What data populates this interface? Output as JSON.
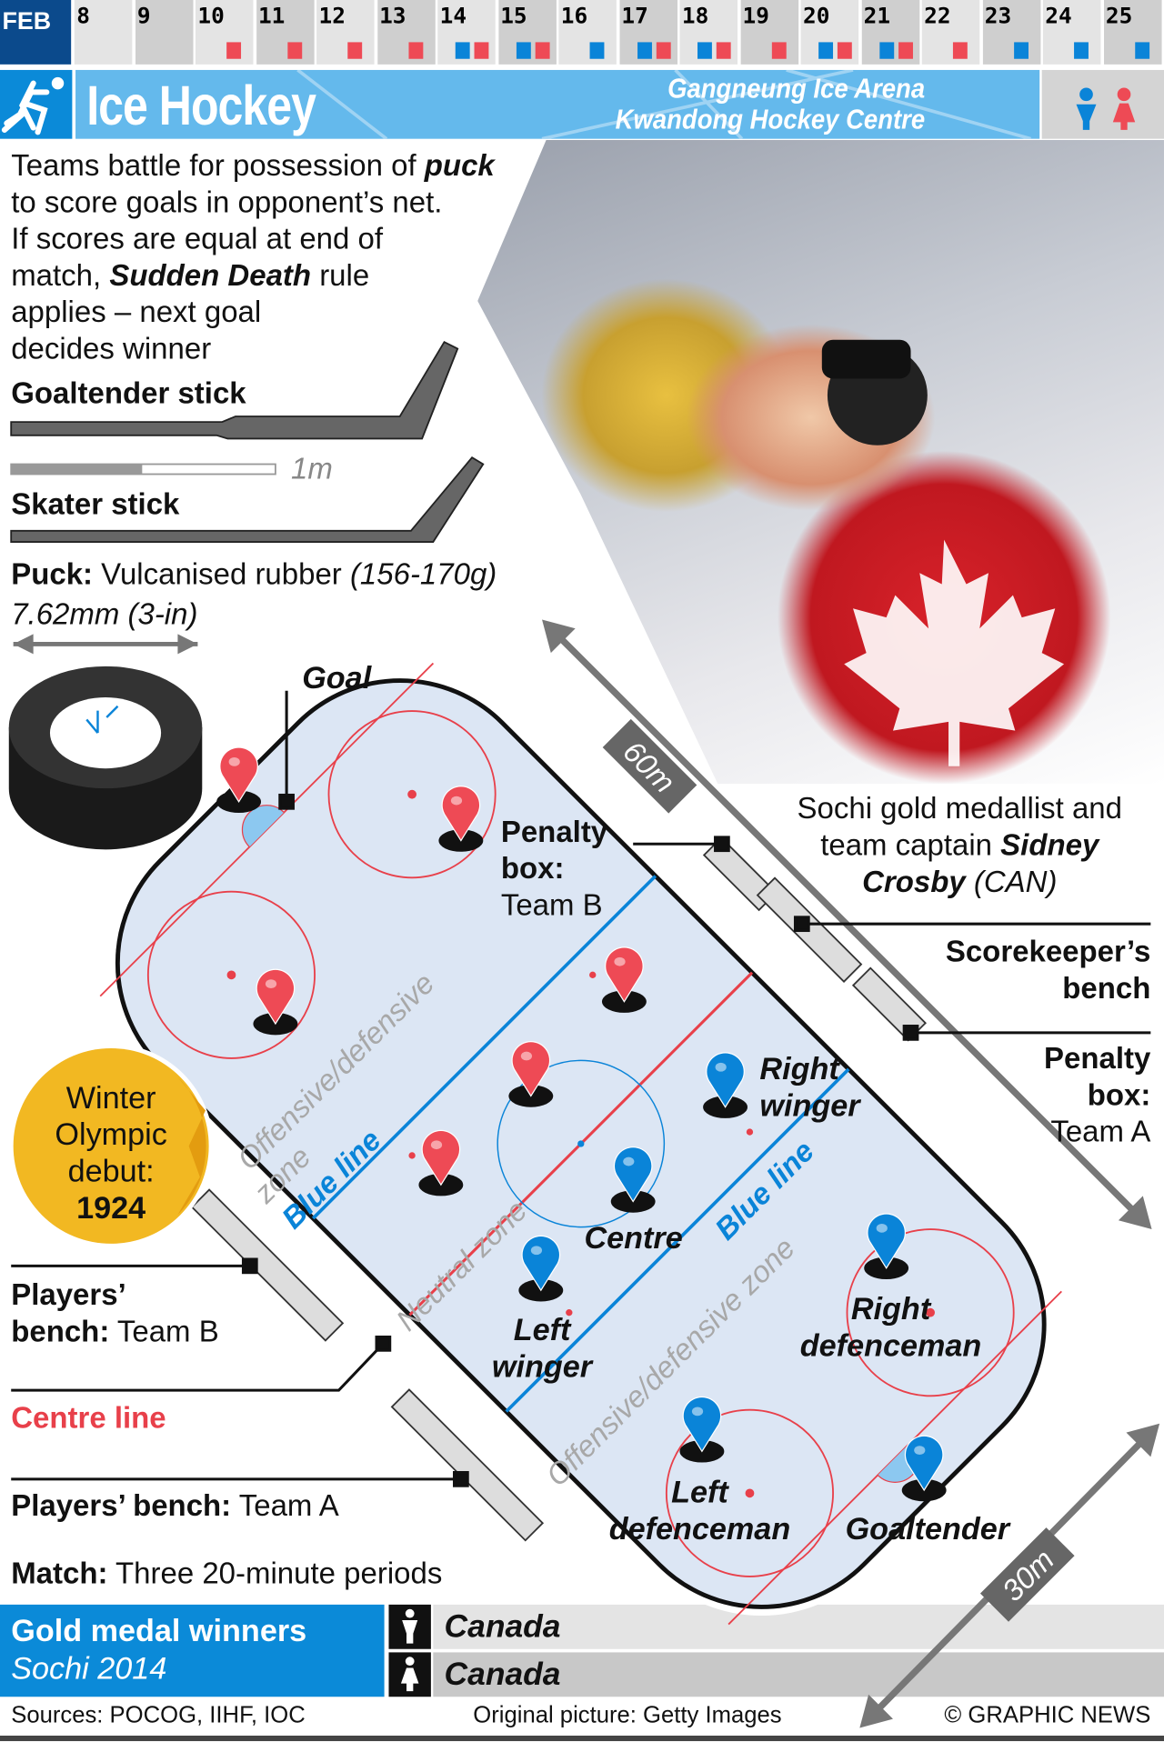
{
  "schedule": {
    "month": "FEB",
    "days": [
      {
        "day": "8",
        "events": []
      },
      {
        "day": "9",
        "events": []
      },
      {
        "day": "10",
        "events": [
          "women"
        ]
      },
      {
        "day": "11",
        "events": [
          "women"
        ]
      },
      {
        "day": "12",
        "events": [
          "women"
        ]
      },
      {
        "day": "13",
        "events": [
          "women"
        ]
      },
      {
        "day": "14",
        "events": [
          "men",
          "women"
        ]
      },
      {
        "day": "15",
        "events": [
          "men",
          "women"
        ]
      },
      {
        "day": "16",
        "events": [
          "men"
        ]
      },
      {
        "day": "17",
        "events": [
          "men",
          "women"
        ]
      },
      {
        "day": "18",
        "events": [
          "men",
          "women"
        ]
      },
      {
        "day": "19",
        "events": [
          "women"
        ]
      },
      {
        "day": "20",
        "events": [
          "men",
          "women"
        ]
      },
      {
        "day": "21",
        "events": [
          "men",
          "women"
        ]
      },
      {
        "day": "22",
        "events": [
          "women"
        ]
      },
      {
        "day": "23",
        "events": [
          "men"
        ]
      },
      {
        "day": "24",
        "events": [
          "men"
        ]
      },
      {
        "day": "25",
        "events": [
          "men"
        ]
      }
    ],
    "colors": {
      "men": "#0a84d8",
      "women": "#ee4a55"
    }
  },
  "header": {
    "title": "Ice Hockey",
    "venue_1": "Gangneung Ice Arena",
    "venue_2": "Kwandong Hockey Centre",
    "sport_icon": "ice-hockey-pictogram",
    "gender_icons": [
      "male-icon",
      "female-icon"
    ]
  },
  "intro": {
    "l1a": "Teams battle for possession of ",
    "l1b": "puck",
    "l2": "to score goals in opponent’s net.",
    "l3": "If scores are equal at end of",
    "l4a": "match, ",
    "l4b": "Sudden Death",
    "l4c": " rule",
    "l5": "applies – next goal",
    "l6": "decides winner"
  },
  "sticks": {
    "goaltender": "Goaltender stick",
    "skater": "Skater stick",
    "scale": "1m"
  },
  "puck": {
    "label": "Puck:",
    "material": " Vulcanised rubber ",
    "weight": "(156-170g)",
    "diameter": "7.62mm (3-in)"
  },
  "photo": {
    "caption_1": "Sochi gold medallist and",
    "caption_2a": "team captain ",
    "caption_2b": "Sidney",
    "caption_3a": "Crosby",
    "caption_3b": " (CAN)"
  },
  "debut": {
    "l1": "Winter",
    "l2": "Olympic",
    "l3": "debut:",
    "year": "1924"
  },
  "rink": {
    "length": "60m",
    "width": "30m",
    "goal": "Goal",
    "penalty_b_1": "Penalty",
    "penalty_b_2": "box:",
    "penalty_b_3": "Team B",
    "scorekeeper_1": "Scorekeeper’s",
    "scorekeeper_2": "bench",
    "penalty_a_1": "Penalty",
    "penalty_a_2": "box:",
    "penalty_a_3": "Team A",
    "zone_offdef": "Offensive/defensive",
    "zone_word": "zone",
    "zone_offdef_full": "Offensive/defensive zone",
    "blue_line": "Blue line",
    "neutral_zone": "Neutral zone",
    "players_b_1": "Players’",
    "players_b_2": "bench:",
    "players_b_3": " Team B",
    "centre_line": "Centre line",
    "players_a_1": "Players’ bench:",
    "players_a_2": " Team A",
    "positions": {
      "right_winger_1": "Right",
      "right_winger_2": "winger",
      "centre": "Centre",
      "left_winger_1": "Left",
      "left_winger_2": "winger",
      "right_def_1": "Right",
      "right_def_2": "defenceman",
      "left_def_1": "Left",
      "left_def_2": "defenceman",
      "goaltender": "Goaltender"
    }
  },
  "match": {
    "label": "Match:",
    "value": " Three 20-minute periods"
  },
  "winners": {
    "title": "Gold medal winners",
    "subtitle": "Sochi 2014",
    "men": "Canada",
    "women": "Canada"
  },
  "footer": {
    "sources": "Sources: POCOG, IIHF, IOC",
    "picture": "Original picture: Getty Images",
    "copyright": "© GRAPHIC NEWS"
  }
}
